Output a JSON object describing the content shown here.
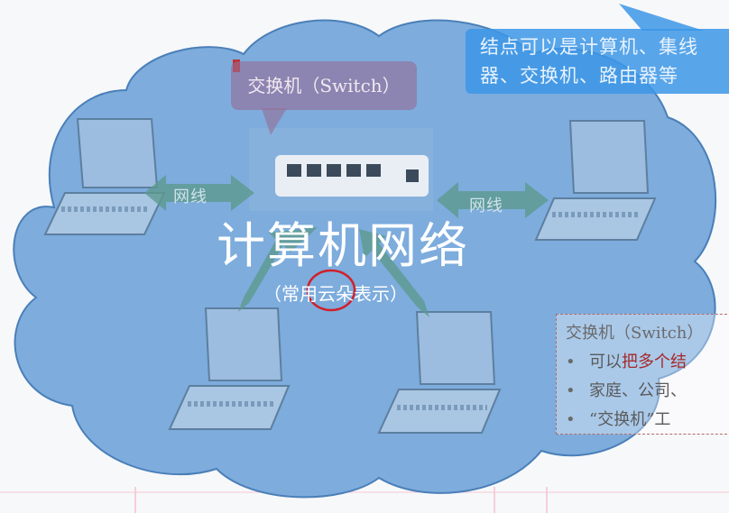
{
  "diagram": {
    "title": "计算机网络",
    "subtitle": "（常用云朵表示）",
    "switch_callout": "交换机（Switch）",
    "node_callout_line1": "结点可以是计算机、集线",
    "node_callout_line2": "器、交换机、路由器等",
    "link_label_left": "网线",
    "link_label_right": "网线",
    "info_box": {
      "title": "交换机（Switch）",
      "bullets": [
        {
          "pre": "可以",
          "highlight": "把多个结",
          "post": ""
        },
        {
          "pre": "家庭、公司、",
          "highlight": "",
          "post": ""
        },
        {
          "pre": "“交换机”工",
          "highlight": "",
          "post": ""
        }
      ],
      "bullet_glyph": "•"
    },
    "colors": {
      "cloud": "#6fa3d9",
      "arrow": "#5d9a8e",
      "switch_callout": "#966e96",
      "node_callout": "#3c96e6",
      "annotation_circle": "#d0202a"
    }
  }
}
